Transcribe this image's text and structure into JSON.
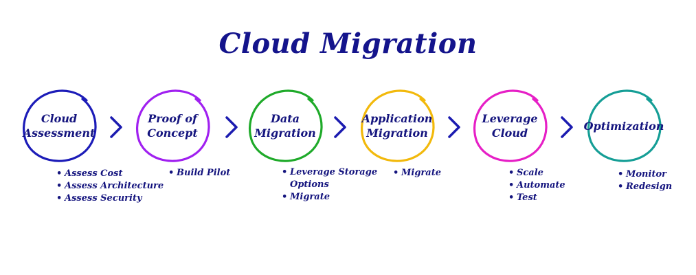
{
  "title": "Cloud Migration",
  "stages": [
    {
      "label_lines": [
        "Cloud",
        "Assessment"
      ],
      "color": "#1c1cb8",
      "bullets": [
        "Assess Cost",
        "Assess Architecture",
        "Assess Security"
      ]
    },
    {
      "label_lines": [
        "Proof of",
        "Concept"
      ],
      "color": "#a020f0",
      "bullets": [
        "Build Pilot"
      ]
    },
    {
      "label_lines": [
        "Data",
        "Migration"
      ],
      "color": "#1faa2a",
      "bullets": [
        "Leverage Storage",
        "Options",
        "Migrate"
      ]
    },
    {
      "label_lines": [
        "Application",
        "Migration"
      ],
      "color": "#f2b90c",
      "bullets": [
        "Migrate"
      ]
    },
    {
      "label_lines": [
        "Leverage",
        "Cloud"
      ],
      "color": "#e61fc6",
      "bullets": [
        "Scale",
        "Automate",
        "Test"
      ]
    },
    {
      "label_lines": [
        "Optimization"
      ],
      "color": "#159e96",
      "bullets": [
        "Monitor",
        "Redesign"
      ]
    }
  ],
  "bullet_marker": "•",
  "arrow_color": "#1b1bb0"
}
